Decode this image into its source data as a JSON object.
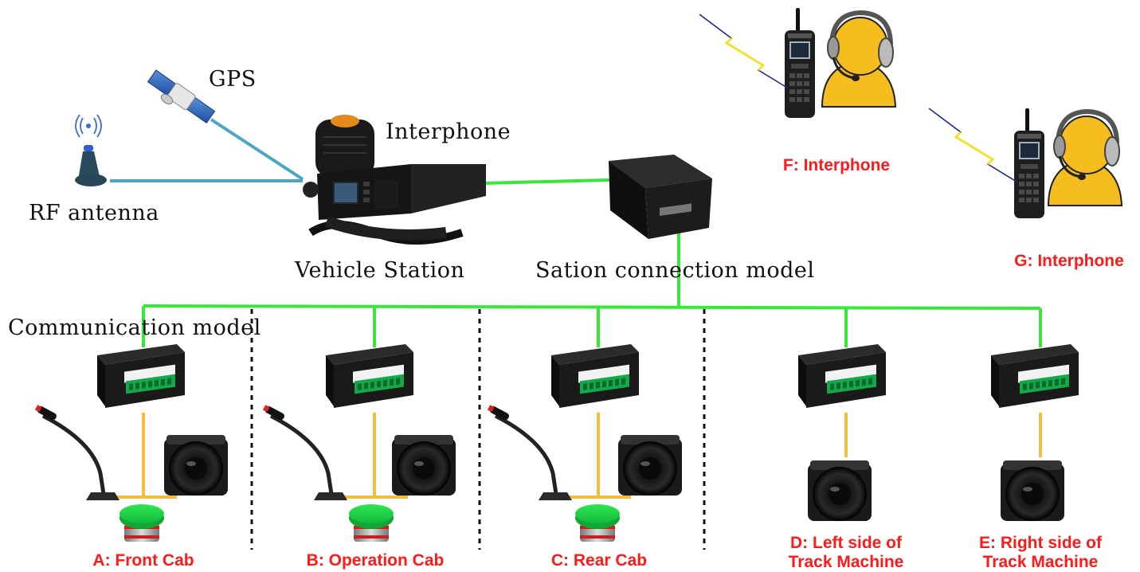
{
  "colors": {
    "system_link": "#39e639",
    "audio_link": "#f4bd3c",
    "antenna_link": "#4ba6c6",
    "zone_divider": "#111111",
    "label_red": "#ff1a1a",
    "person": "#f6bd1f"
  },
  "labels": {
    "gps": "GPS",
    "rf_antenna": "RF antenna",
    "interphone": "Interphone",
    "vehicle_station": "Vehicle Station",
    "station_connection_model": "Sation connection model",
    "communication_model": "Communication model"
  },
  "remote_units": [
    {
      "label": "F: Interphone"
    },
    {
      "label": "G: Interphone"
    }
  ],
  "zones": [
    {
      "label": "A: Front Cab"
    },
    {
      "label": "B: Operation Cab"
    },
    {
      "label": "C: Rear Cab"
    },
    {
      "label_line1": "D: Left side of",
      "label_line2": "Track Machine"
    },
    {
      "label_line1": "E: Right side of",
      "label_line2": "Track Machine"
    }
  ],
  "icons": [
    "gps-satellite-icon",
    "rf-antenna-icon",
    "vehicle-station-icon",
    "station-connection-box-icon",
    "communication-module-icon",
    "gooseneck-microphone-icon",
    "speaker-icon",
    "emergency-button-icon",
    "walkie-talkie-icon",
    "headset-person-icon",
    "radio-signal-icon"
  ]
}
